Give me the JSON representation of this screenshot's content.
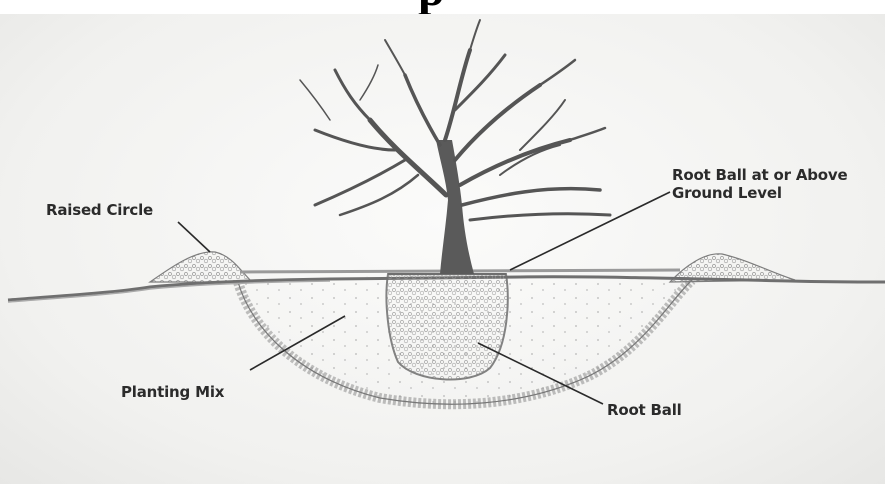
{
  "title_fragment": "p",
  "labels": {
    "raised_circle": "Raised Circle",
    "root_ball_above_line1": "Root Ball at or Above",
    "root_ball_above_line2": "Ground Level",
    "planting_mix": "Planting Mix",
    "root_ball": "Root Ball"
  }
}
